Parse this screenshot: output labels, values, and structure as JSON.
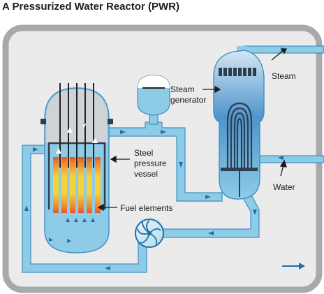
{
  "title": "A Pressurized Water Reactor (PWR)",
  "labels": {
    "steam": "Steam",
    "steam_generator_line1": "Steam",
    "steam_generator_line2": "generator",
    "steel_vessel_line1": "Steel",
    "steel_vessel_line2": "pressure",
    "steel_vessel_line3": "vessel",
    "fuel_elements": "Fuel elements",
    "water": "Water"
  },
  "colors": {
    "frame": "#a7a9ac",
    "background": "#ebebeb",
    "pipe": "#8ecbe6",
    "pipe_stroke": "#3f8fc0",
    "arrow": "#1f6fa8",
    "steam_dome": "#cfd3d6",
    "fuel_core": "#f2c230",
    "fuel_hot": "#e4572e"
  },
  "icons": [
    "pump-icon",
    "flow-arrow-icon"
  ]
}
